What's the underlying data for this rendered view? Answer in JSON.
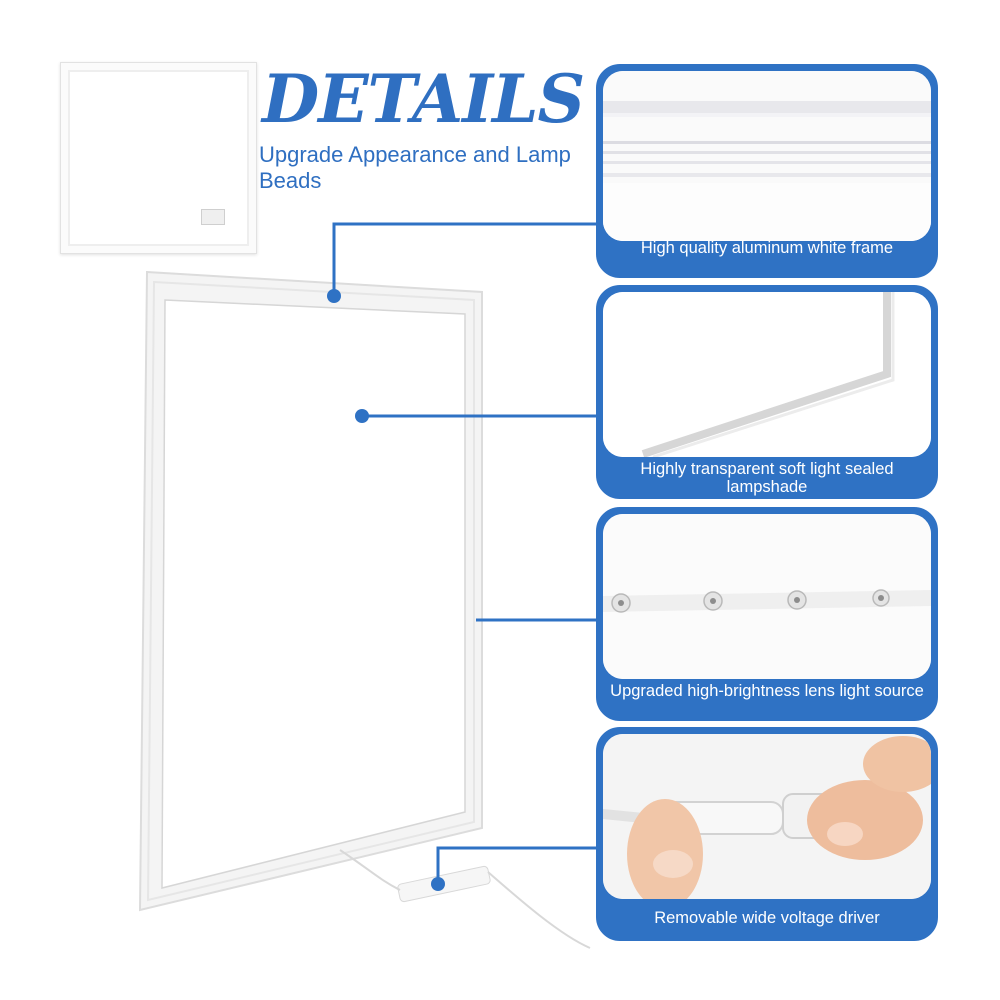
{
  "heading": {
    "title": "DETAILS",
    "subtitle": "Upgrade Appearance and Lamp Beads"
  },
  "features": [
    {
      "caption": "High quality aluminum white frame"
    },
    {
      "caption": "Highly transparent soft light sealed lampshade"
    },
    {
      "caption": "Upgraded high-brightness lens light source"
    },
    {
      "caption": "Removable wide voltage driver"
    }
  ],
  "colors": {
    "accent": "#2f72c4",
    "title": "#2f6fc1",
    "caption_text": "#ffffff",
    "background": "#ffffff"
  }
}
